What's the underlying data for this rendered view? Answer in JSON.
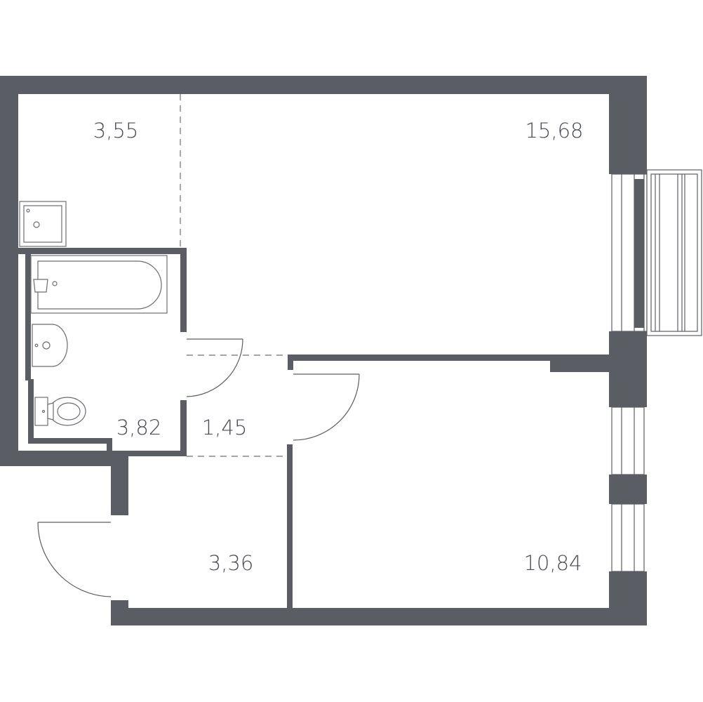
{
  "colors": {
    "wall": "#5a5d63",
    "text": "#4a4d55",
    "background": "#ffffff"
  },
  "rooms": [
    {
      "id": "kitchen-area",
      "area": "3,55"
    },
    {
      "id": "living-room",
      "area": "15,68"
    },
    {
      "id": "bathroom",
      "area": "3,82"
    },
    {
      "id": "corridor",
      "area": "1,45"
    },
    {
      "id": "entrance-hall",
      "area": "3,36"
    },
    {
      "id": "bedroom",
      "area": "10,84"
    }
  ]
}
